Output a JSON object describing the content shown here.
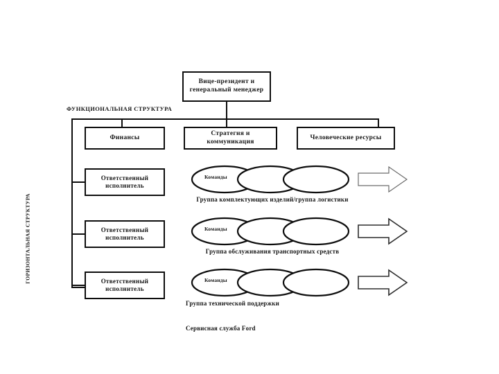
{
  "diagram": {
    "exec": {
      "label": "Вице-президент и генеральный менеджер"
    },
    "structure_labels": {
      "functional": "ФУНКЦИОНАЛЬНАЯ СТРУКТУРА",
      "horizontal": "ГОРИЗОНТАЛЬНАЯ СТРУКТУРА"
    },
    "functional_units": [
      {
        "label": "Финансы"
      },
      {
        "label": "Стратегия и коммуникация"
      },
      {
        "label": "Человеческие ресурсы"
      }
    ],
    "responsible_executors": [
      {
        "label": "Ответственный исполнитель"
      },
      {
        "label": "Ответственный исполнитель"
      },
      {
        "label": "Ответственный исполнитель"
      }
    ],
    "team_groups": [
      {
        "team_label": "Команды",
        "caption": "Группа комплектующих изделий/группа логистики"
      },
      {
        "team_label": "Команды",
        "caption": "Группа обслуживания транспортных средств"
      },
      {
        "team_label": "Команды",
        "caption": "Группа технической поддержки"
      }
    ],
    "footer_note": "Сервисная служба Ford",
    "colors": {
      "line": "#0d0d0d",
      "arrow_stroke": "#2b2b2b",
      "arrow_stroke_light": "#6b6b6b",
      "background": "#ffffff",
      "text": "#151515"
    }
  }
}
